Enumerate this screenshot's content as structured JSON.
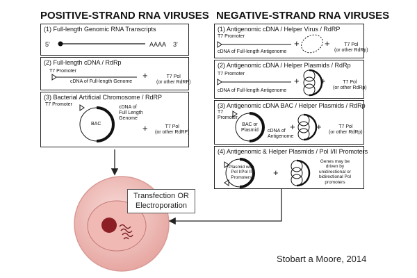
{
  "left": {
    "heading": "POSITIVE-STRAND RNA VIRUSES",
    "box1": {
      "title": "(1) Full-length Genomic RNA Transcripts",
      "five_prime": "5'",
      "polyA": "AAAA",
      "three_prime": "3'"
    },
    "box2": {
      "title": "(2) Full-length cDNA / RdRp",
      "promoter": "T7 Promoter",
      "cdna": "cDNA of Full-length Genome",
      "plus": "+",
      "pol": "T7 Pol",
      "pol_alt": "(or other RdRP)"
    },
    "box3": {
      "title": "(3) Bacterial Artificial Chromosome / RdRP",
      "promoter": "T7 Promoter",
      "bac": "BAC",
      "cdna_lines": [
        "cDNA of",
        "Full Length",
        "Genome"
      ],
      "plus": "+",
      "pol": "T7 Pol",
      "pol_alt": "(or other RdRP)"
    }
  },
  "right": {
    "heading": "NEGATIVE-STRAND RNA VIRUSES",
    "box1": {
      "title": "(1) Antigenomic cDNA / Helper Virus / RdRP",
      "promoter": "T7 Promoter",
      "cdna": "cDNA of Full-length Antigenome",
      "plus1": "+",
      "plus2": "+",
      "pol": "T7 Pol",
      "pol_alt": "(or other RdRp)"
    },
    "box2": {
      "title": "(2) Antigenomic cDNA / Helper Plasmids / RdRp",
      "promoter": "T7 Promoter",
      "cdna": "cDNA of Full-length Antigenome",
      "plus1": "+",
      "plus2": "+",
      "pol": "T7 Pol",
      "pol_alt": "(or other RdRp)"
    },
    "box3": {
      "title": "(3) Antigenomic cDNA BAC / Helper Plasmids / RdRp",
      "promoter_lines": [
        "T7",
        "Promoter"
      ],
      "bac_lines": [
        "BAC or",
        "Plasmid"
      ],
      "cdna_lines": [
        "cDNA of",
        "Antigenome"
      ],
      "plus1": "+",
      "plus2": "+",
      "pol": "T7 Pol",
      "pol_alt": "(or other RdRp)"
    },
    "box4": {
      "title": "(4) Antigenomic & Helper Plasmids / Pol I/II Promoters",
      "plasmid_lines": [
        "Plasmid with",
        "Pol I/Pol II",
        "Promoters"
      ],
      "plus": "+",
      "note_lines": [
        "Genes may be",
        "driven by",
        "unidirectional or",
        "bidirectional Pol",
        "promoters"
      ]
    }
  },
  "cell": {
    "label_lines": [
      "Transfection OR",
      "Electroporation"
    ]
  },
  "citation": "Stobart a Moore, 2014",
  "colors": {
    "cell_fill": "#f2c6c2",
    "cell_edge": "#d99a96",
    "nucleus": "#8c1f24",
    "line": "#222222"
  }
}
